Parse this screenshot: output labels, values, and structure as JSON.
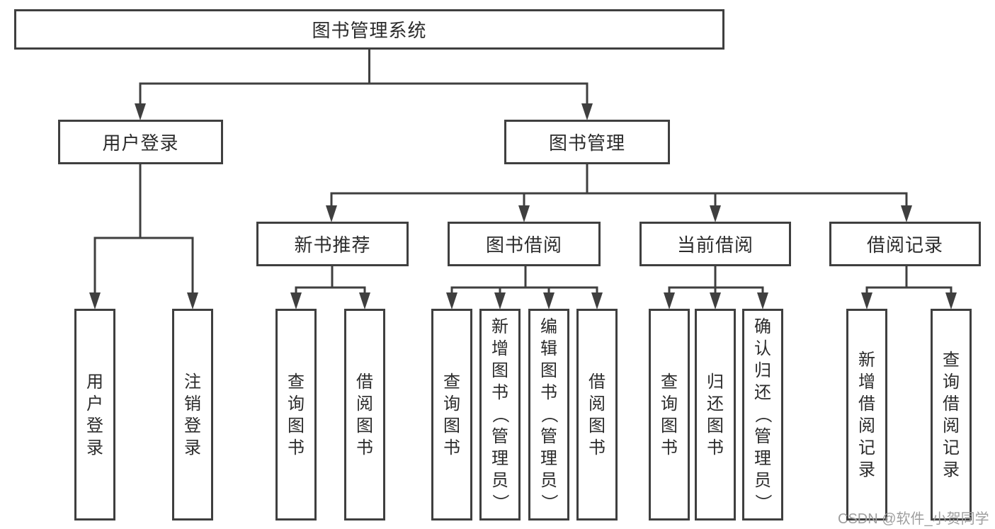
{
  "colors": {
    "line": "#3f3f3f",
    "border": "#3f3f3f",
    "text": "#2b2b2b",
    "watermark": "#9e9e9e",
    "background": "#ffffff"
  },
  "watermark": {
    "text": "CSDN @软件_小贺同学"
  },
  "nodes": {
    "root": {
      "label": "图书管理系统"
    },
    "level2": {
      "user_login": {
        "label": "用户登录"
      },
      "book_management": {
        "label": "图书管理"
      }
    },
    "level3": {
      "new_book_recommend": {
        "label": "新书推荐"
      },
      "book_borrowing": {
        "label": "图书借阅"
      },
      "current_borrowing": {
        "label": "当前借阅"
      },
      "borrowing_records": {
        "label": "借阅记录"
      }
    },
    "leaves": {
      "user_login": {
        "label": "用户登录"
      },
      "logout": {
        "label": "注销登录"
      },
      "recommend_query_book": {
        "label": "查询图书"
      },
      "recommend_borrow_book": {
        "label": "借阅图书"
      },
      "borrowing_query_book": {
        "label": "查询图书"
      },
      "borrowing_add_book_admin": {
        "label": "新增图书（管理员）"
      },
      "borrowing_edit_book_admin": {
        "label": "编辑图书（管理员）"
      },
      "borrowing_borrow_book": {
        "label": "借阅图书"
      },
      "current_query_book": {
        "label": "查询图书"
      },
      "current_return_book": {
        "label": "归还图书"
      },
      "current_confirm_return_admin": {
        "label": "确认归还（管理员）"
      },
      "records_add_record": {
        "label": "新增借阅记录"
      },
      "records_query_record": {
        "label": "查询借阅记录"
      }
    }
  }
}
